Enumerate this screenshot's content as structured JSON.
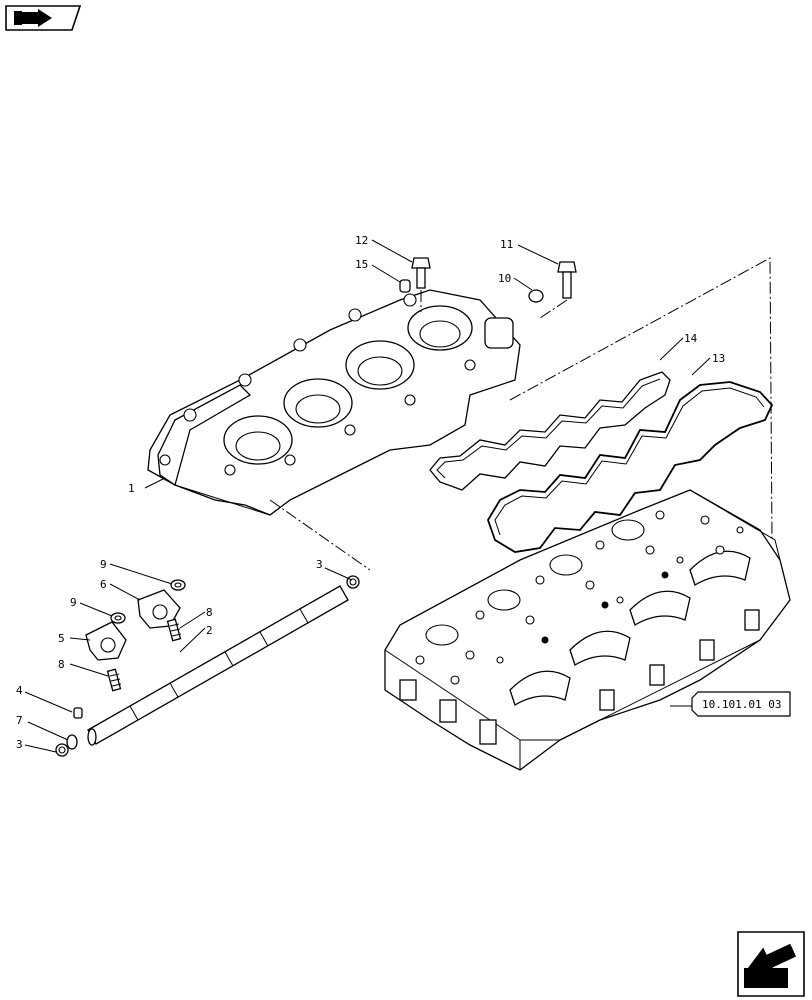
{
  "callouts": {
    "c1": "1",
    "c2": "2",
    "c3a": "3",
    "c3b": "3",
    "c4": "4",
    "c5": "5",
    "c6": "6",
    "c7": "7",
    "c8a": "8",
    "c8b": "8",
    "c9a": "9",
    "c9b": "9",
    "c10": "10",
    "c11": "11",
    "c12": "12",
    "c13": "13",
    "c14": "14",
    "c15": "15"
  },
  "reference": "10.101.01 03",
  "icons": {
    "top_left": "back-arrow-icon",
    "bottom_right": "next-page-arrow-icon"
  }
}
